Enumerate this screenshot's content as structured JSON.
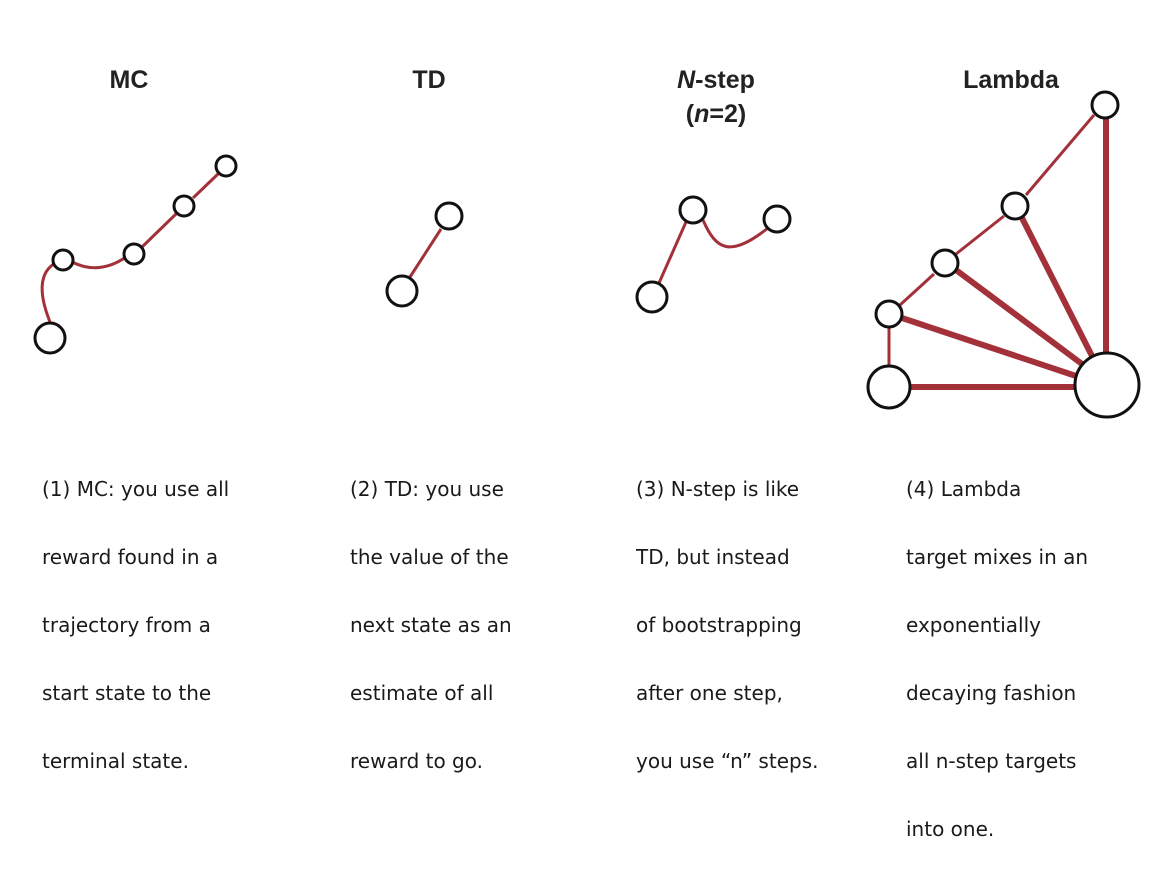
{
  "colors": {
    "edge": "#a3313a",
    "node_stroke": "#111111",
    "node_fill": "#ffffff",
    "text": "#1a1a1a"
  },
  "panels": [
    {
      "id": "mc",
      "title": "MC",
      "caption_lines": [
        "(1) MC: you use all",
        "reward found in a",
        "trajectory from a",
        "start state to the",
        "terminal state."
      ]
    },
    {
      "id": "td",
      "title": "TD",
      "caption_lines": [
        "(2) TD: you use",
        "the value of the",
        "next state as an",
        "estimate of all",
        "reward to go."
      ]
    },
    {
      "id": "nstep",
      "title_main": "N",
      "title_suffix": "-step",
      "title_line2_open": "(",
      "title_line2_n": "n",
      "title_line2_rest": "=2)",
      "caption_lines": [
        "(3) N-step is like",
        "TD, but instead",
        "of bootstrapping",
        "after one step,",
        "you use “n” steps."
      ]
    },
    {
      "id": "lambda",
      "title": "Lambda",
      "caption_lines": [
        "(4) Lambda",
        "target mixes in an",
        "exponentially",
        "decaying fashion",
        "all n-step targets",
        "into one."
      ]
    }
  ]
}
